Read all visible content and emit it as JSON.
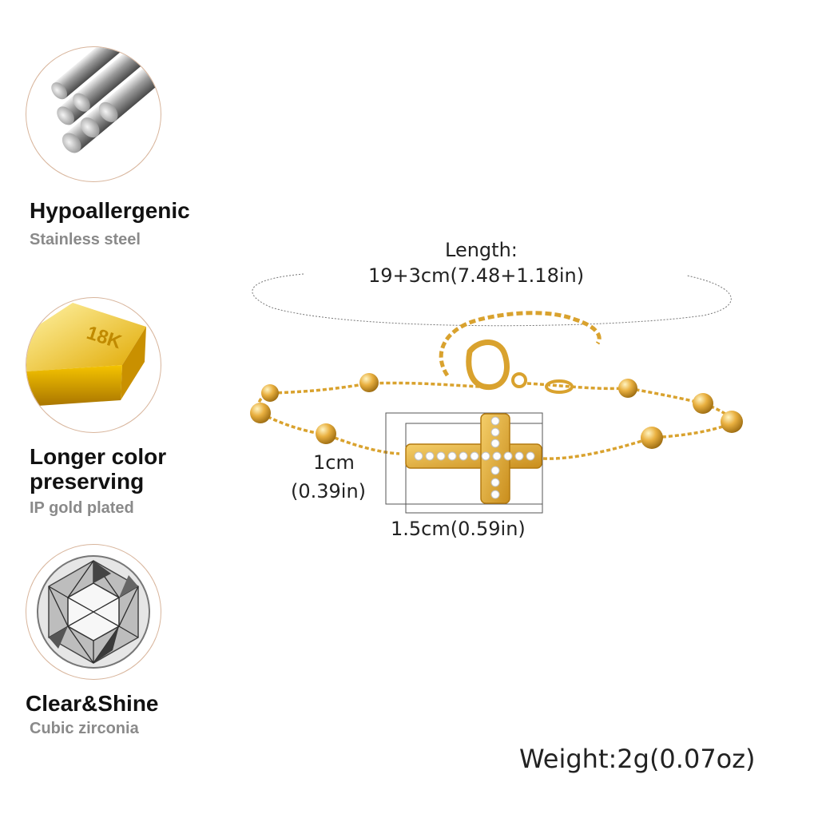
{
  "features": [
    {
      "title": "Hypoallergenic",
      "subtitle": "Stainless steel",
      "icon": "steel-rods-icon"
    },
    {
      "title": "Longer color preserving",
      "subtitle": "IP gold plated",
      "icon": "gold-bar-icon",
      "badge": "18K"
    },
    {
      "title": "Clear&Shine",
      "subtitle": "Cubic zirconia",
      "icon": "diamond-icon"
    }
  ],
  "length": {
    "label": "Length:",
    "value": "19+3cm(7.48+1.18in)"
  },
  "height_dim": {
    "cm": "1cm",
    "in": "(0.39in)"
  },
  "width_dim": "1.5cm(0.59in)",
  "weight": "Weight:2g(0.07oz)",
  "colors": {
    "gold": "#e2a730",
    "border": "#d8b59c",
    "sub_text": "#8a8a8a"
  }
}
